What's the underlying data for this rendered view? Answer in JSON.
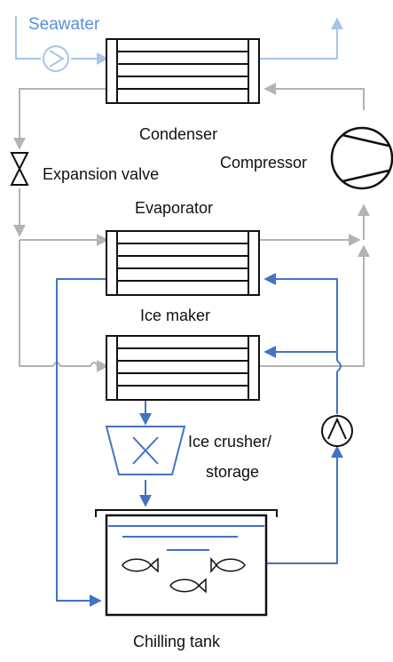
{
  "labels": {
    "seawater": "Seawater",
    "condenser": "Condenser",
    "expansion_valve": "Expansion valve",
    "compressor": "Compressor",
    "evaporator": "Evaporator",
    "ice_maker": "Ice maker",
    "ice_crusher_line1": "Ice crusher/",
    "ice_crusher_line2": "storage",
    "chilling_tank": "Chilling tank"
  },
  "colors": {
    "seawater_line": "#a9c4e8",
    "seawater_text": "#5b8fd6",
    "refrigerant_line": "#b3b3b3",
    "chilled_water_line": "#4472c4",
    "equipment_stroke": "#111111",
    "fill": "#ffffff"
  },
  "icons": {
    "pump": "pump-icon",
    "compressor": "compressor-icon",
    "valve": "expansion-valve-icon",
    "crusher": "ice-crusher-icon",
    "fish": "fish-icon"
  }
}
